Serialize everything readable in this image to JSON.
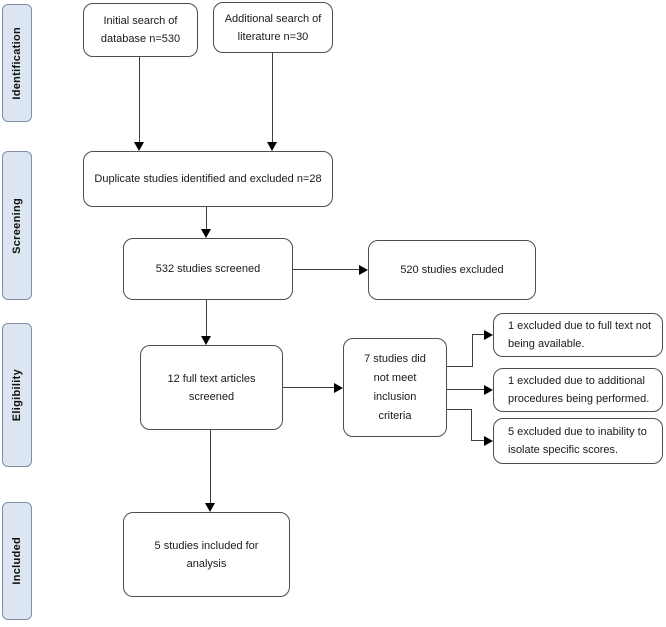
{
  "diagram": {
    "stages": {
      "identification": "Identification",
      "screening": "Screening",
      "eligibility": "Eligibility",
      "included": "Included"
    },
    "boxes": {
      "initial_search": "Initial search of\ndatabase n=530",
      "additional_search": "Additional search of\nliterature n=30",
      "duplicates_excluded": "Duplicate studies identified and excluded n=28",
      "studies_screened": "532 studies screened",
      "studies_excluded": "520 studies excluded",
      "full_text_screened": "12 full text articles\nscreened",
      "not_meeting_criteria": "7 studies did\nnot meet\ninclusion\ncriteria",
      "excluded_full_text": "1 excluded due to full text not\nbeing available.",
      "excluded_procedures": "1 excluded due to additional\nprocedures being performed.",
      "excluded_scores": "5 excluded due to inability to\nisolate specific scores.",
      "included_for_analysis": "5 studies included for\nanalysis"
    },
    "colors": {
      "stage_fill": "#dce6f2",
      "stage_border": "#7f8fa6",
      "box_border": "#4d4d4d",
      "line": "#3f3f3f",
      "arrowhead": "#000000"
    }
  }
}
